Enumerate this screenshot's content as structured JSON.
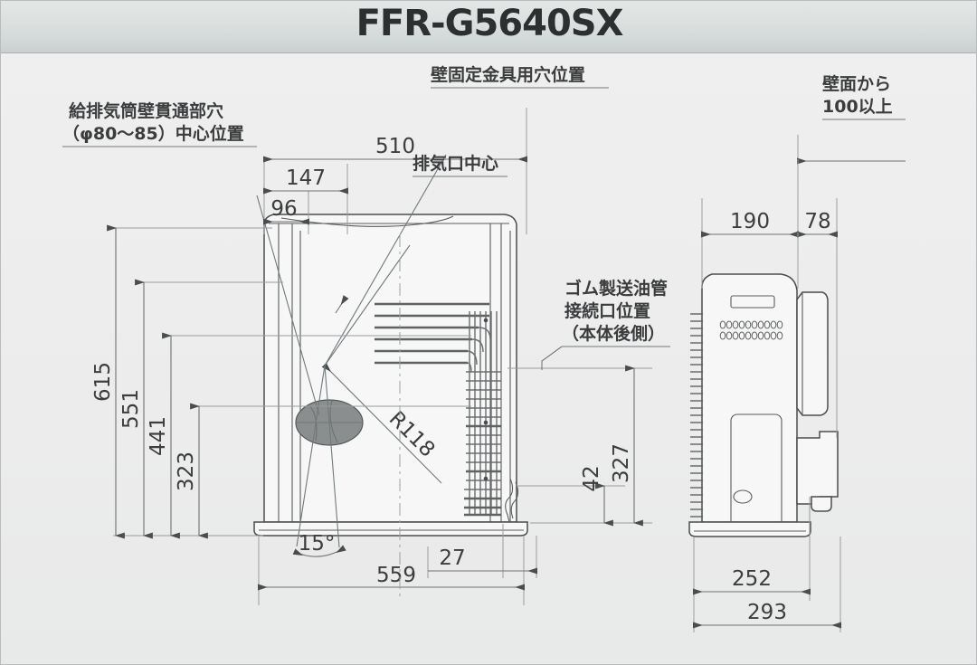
{
  "header": {
    "title": "FFR-G5640SX"
  },
  "drawing": {
    "type": "technical-dimension-drawing",
    "units": "mm",
    "views": [
      {
        "name": "front-view",
        "label": ""
      },
      {
        "name": "side-view",
        "label": ""
      }
    ],
    "annotations": [
      {
        "id": "flue-hole",
        "lines": [
          "給排気筒壁貫通部穴",
          "（φ80〜85）中心位置"
        ],
        "target": "front-view"
      },
      {
        "id": "wall-bracket-hole",
        "lines": [
          "壁固定金具用穴位置"
        ],
        "target": "front-view"
      },
      {
        "id": "exhaust-center",
        "lines": [
          "排気口中心"
        ],
        "target": "front-view"
      },
      {
        "id": "oil-pipe-connection",
        "lines": [
          "ゴム製送油管",
          "接続口位置",
          "（本体後側）"
        ],
        "target": "front-view"
      },
      {
        "id": "wall-clearance",
        "lines": [
          "壁面から",
          "100以上"
        ],
        "target": "side-view"
      }
    ],
    "dimensions": {
      "front_top": [
        {
          "name": "dim-96",
          "value": "96",
          "orientation": "horizontal"
        },
        {
          "name": "dim-147",
          "value": "147",
          "orientation": "horizontal"
        },
        {
          "name": "dim-510",
          "value": "510",
          "orientation": "horizontal"
        }
      ],
      "front_left": [
        {
          "name": "dim-615",
          "value": "615",
          "orientation": "vertical"
        },
        {
          "name": "dim-551",
          "value": "551",
          "orientation": "vertical"
        },
        {
          "name": "dim-441",
          "value": "441",
          "orientation": "vertical"
        },
        {
          "name": "dim-323",
          "value": "323",
          "orientation": "vertical"
        }
      ],
      "front_right": [
        {
          "name": "dim-42",
          "value": "42",
          "orientation": "vertical"
        },
        {
          "name": "dim-327",
          "value": "327",
          "orientation": "vertical"
        }
      ],
      "front_bottom": [
        {
          "name": "dim-27",
          "value": "27",
          "orientation": "horizontal"
        },
        {
          "name": "dim-559",
          "value": "559",
          "orientation": "horizontal"
        }
      ],
      "front_special": [
        {
          "name": "dim-r118",
          "value": "R118",
          "orientation": "radius"
        },
        {
          "name": "dim-15deg",
          "value": "15°",
          "orientation": "angle"
        }
      ],
      "side_top": [
        {
          "name": "dim-190",
          "value": "190",
          "orientation": "horizontal"
        },
        {
          "name": "dim-78",
          "value": "78",
          "orientation": "horizontal"
        }
      ],
      "side_bottom": [
        {
          "name": "dim-252",
          "value": "252",
          "orientation": "horizontal"
        },
        {
          "name": "dim-293",
          "value": "293",
          "orientation": "horizontal"
        }
      ]
    }
  },
  "colors": {
    "header_bg": "#d9dedd",
    "page_bg": "#ececec",
    "line": "#4a4d4e",
    "dim_line": "#6e7172",
    "text": "#3b3d3e",
    "hole_fill": "#8a8d8e"
  }
}
